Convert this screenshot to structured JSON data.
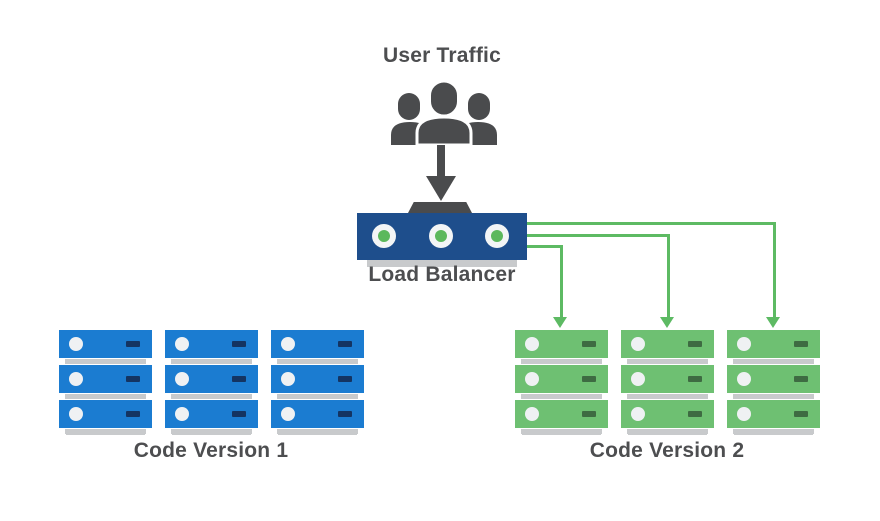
{
  "diagram": {
    "title_top": "User Traffic",
    "load_balancer_label": "Load Balancer",
    "left_group_label": "Code Version 1",
    "right_group_label": "Code Version 2",
    "structure": {
      "left_server_stacks": 3,
      "right_server_stacks": 3,
      "units_per_stack": 3,
      "load_balancer_indicators": 3,
      "arrows_from_balancer_to_right_group": 3,
      "flow": "User Traffic -> Load Balancer -> Code Version 2 servers"
    },
    "icons": [
      "users-group-icon",
      "down-arrow-icon",
      "funnel-inlet-icon",
      "led-indicator-icon",
      "server-unit"
    ]
  },
  "colors": {
    "text": "#4d4e50",
    "icon_dark": "#4a4b4d",
    "server_blue": "#1b7cd1",
    "server_green": "#6ec072",
    "lb_navy": "#1e4e8c",
    "arrow_green": "#5dba63",
    "indicator_green": "#5cb85c",
    "shadow_gray": "#c8cacc",
    "dash_navy": "#143462",
    "dash_green": "#3e6b42"
  }
}
